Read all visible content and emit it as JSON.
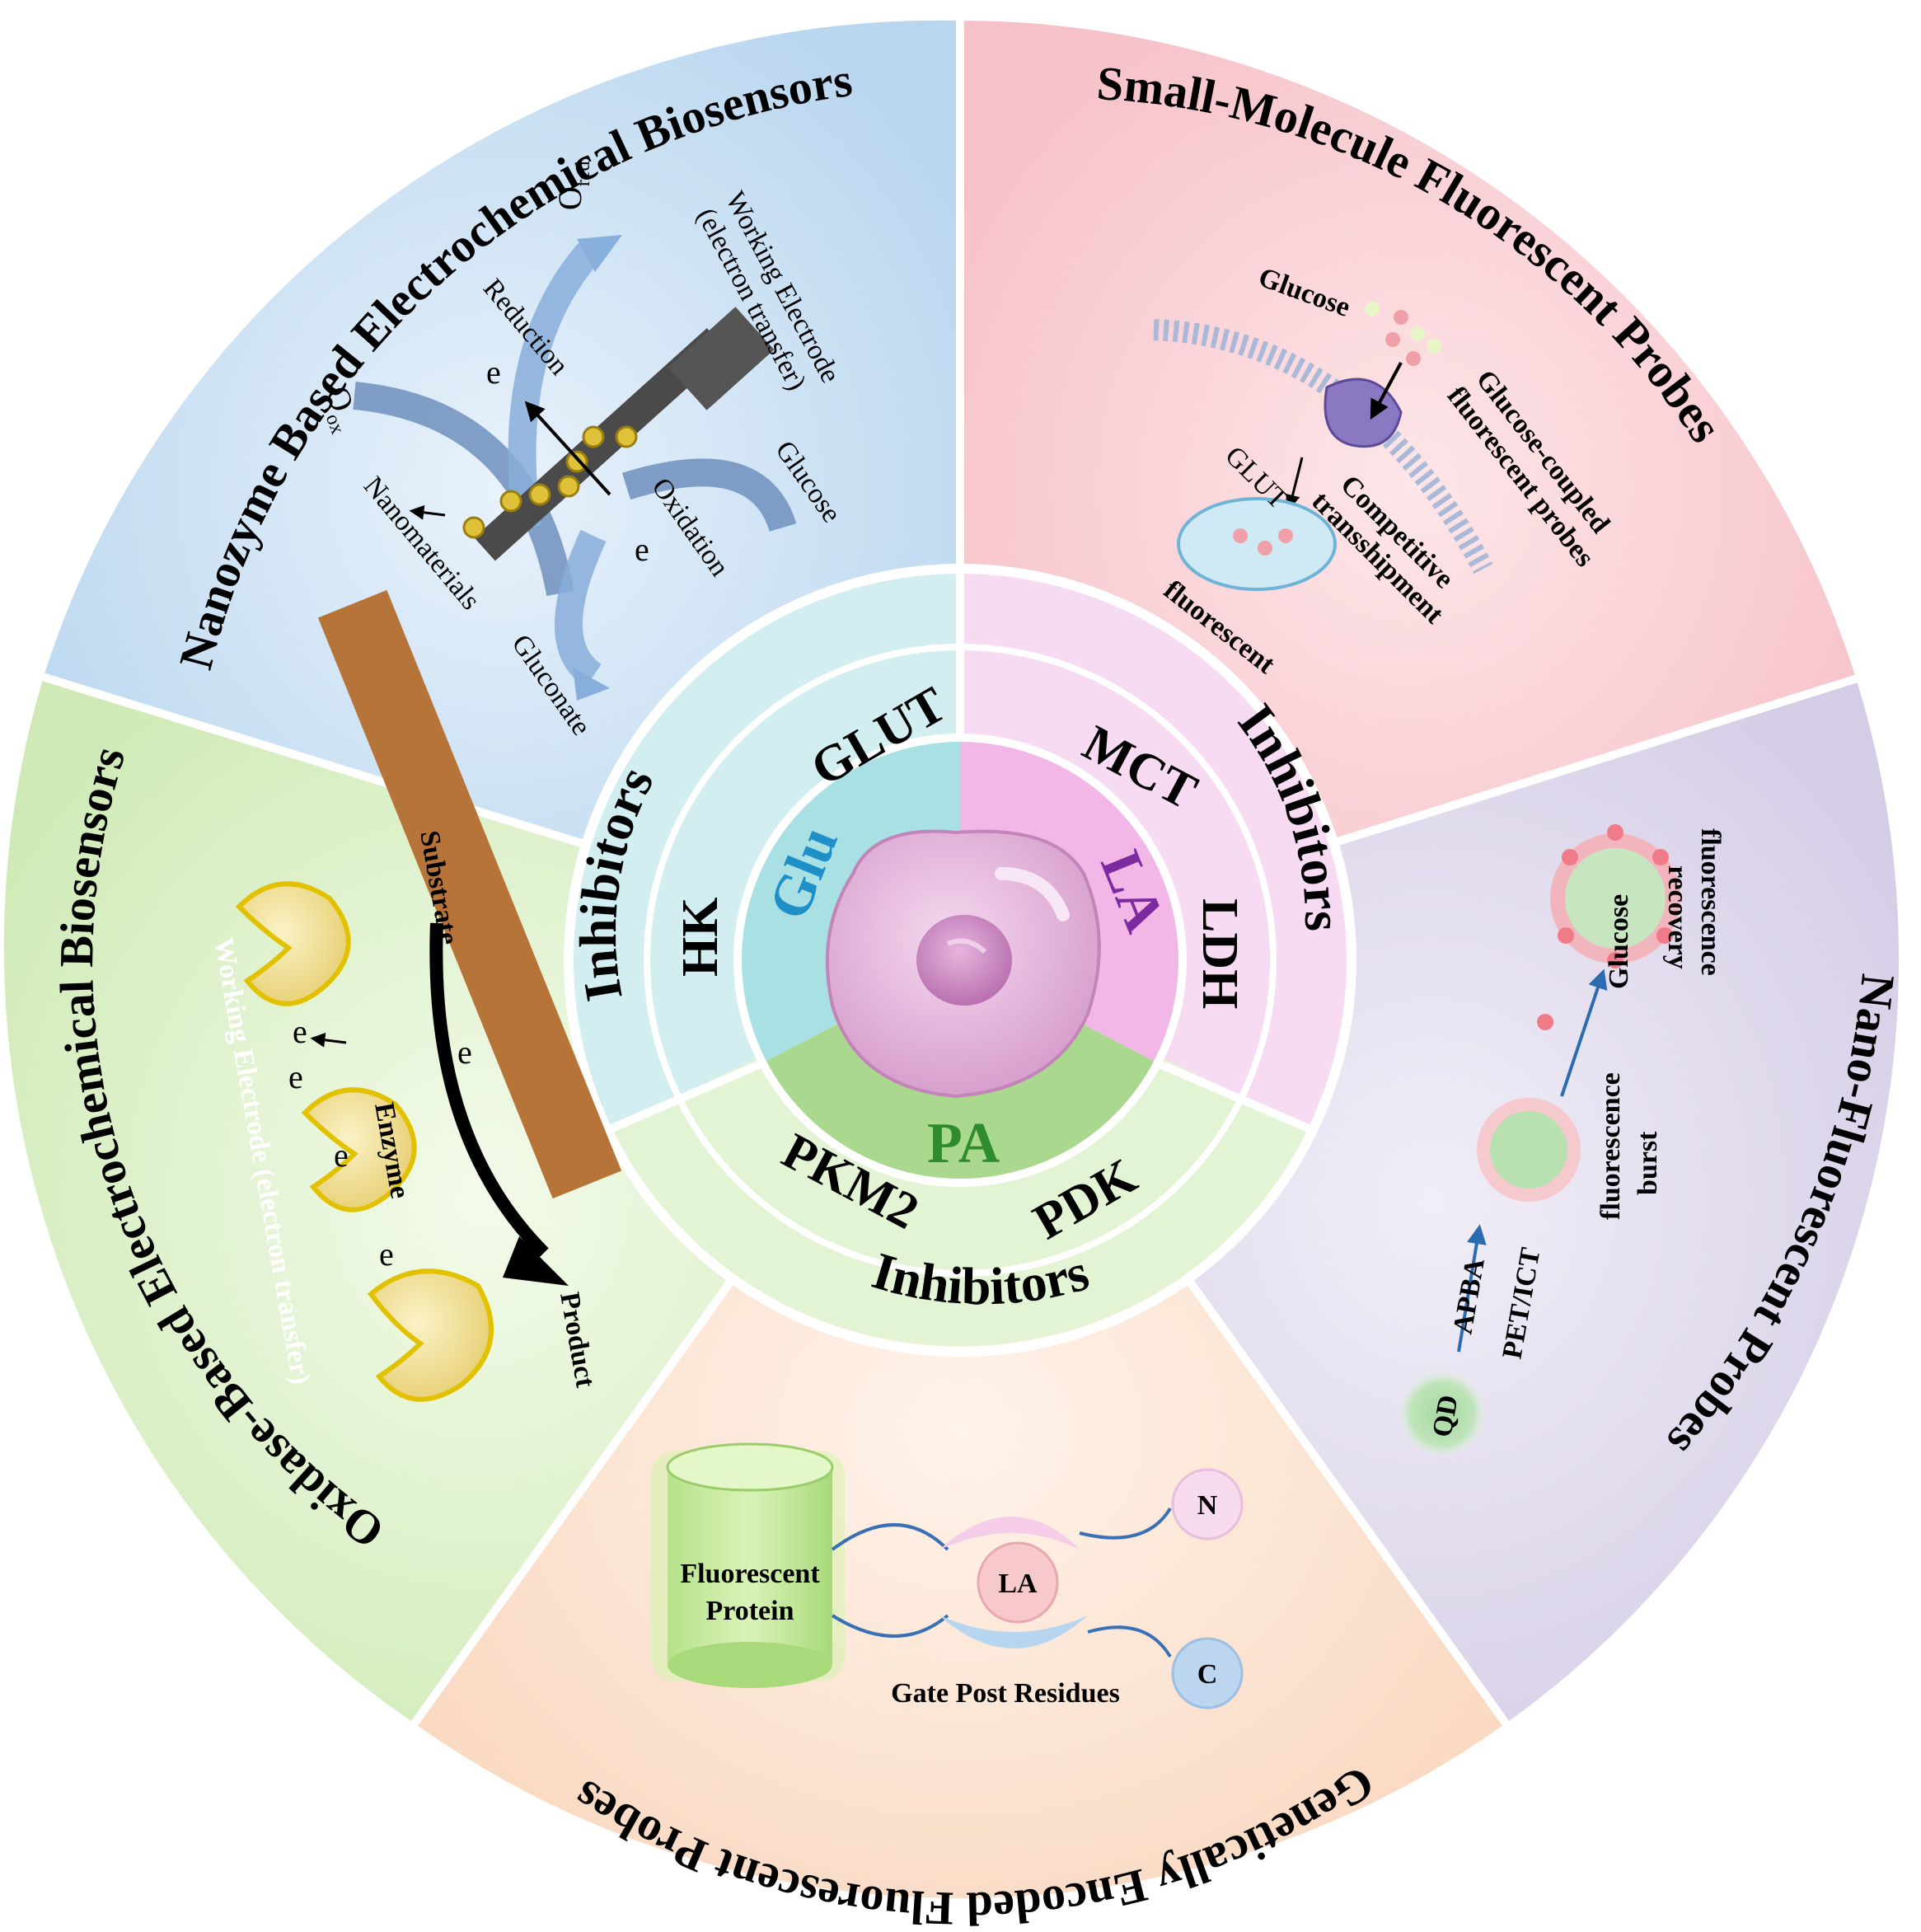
{
  "sectors": {
    "nanozyme_title": "Nanozyme Based Electrochemical Biosensors",
    "small_molecule_title": "Small-Molecule Fluorescent Probes",
    "nano_fluor_title": "Nano-Fluorescent Probes",
    "genetic_title": "Genetically Encoded Fluorescent Probes",
    "oxidase_title": "Oxidase-Based Electrochemical Biosensors"
  },
  "ring": {
    "inhibitors_left": "Inhibitors",
    "inhibitors_right": "Inhibitors",
    "inhibitors_bottom": "Inhibitors",
    "glut": "GLUT",
    "hk": "HK",
    "mct": "MCT",
    "ldh": "LDH",
    "pkm2": "PKM2",
    "pdk": "PDK"
  },
  "core": {
    "glu": "Glu",
    "la": "LA",
    "pa": "PA"
  },
  "nanozyme": {
    "ored": "O",
    "ored_sub": "red",
    "oox": "O",
    "oox_sub": "ox",
    "reduction": "Reduction",
    "electron1": "e",
    "electron2": "e",
    "oxidation": "Oxidation",
    "glucose": "Glucose",
    "gluconate": "Gluconate",
    "nanomaterials": "Nanomaterials",
    "working_electrode_1": "Working Electrode",
    "working_electrode_2": "(electron transfer)"
  },
  "small_molecule": {
    "glucose": "Glucose",
    "glut": "GLUT",
    "probes_1": "Glucose-coupled",
    "probes_2": "fluorescent probes",
    "competitive_1": "Competitive",
    "competitive_2": "transshipment",
    "fluorescent": "fluorescent"
  },
  "nano_fluor": {
    "recovery_1": "fluorescence",
    "recovery_2": "recovery",
    "glucose": "Glucose",
    "burst_1": "fluorescence",
    "burst_2": "burst",
    "apba": "APBA",
    "pet": "PET/ICT",
    "qd": "QD"
  },
  "genetic": {
    "protein_1": "Fluorescent",
    "protein_2": "Protein",
    "la": "LA",
    "n": "N",
    "c": "C",
    "gate": "Gate Post Residues"
  },
  "oxidase": {
    "substrate": "Substrate",
    "product": "Product",
    "enzyme": "Enzyme",
    "electrode": "Working Electrode (electron transfer)",
    "e1": "e",
    "e2": "e",
    "e3": "e",
    "e4": "e",
    "e5": "e"
  },
  "colors": {
    "nanozyme_bg": "#c9e0f3",
    "small_molecule_bg": "#f9cfd4",
    "nano_fluor_bg": "#ddd6ea",
    "genetic_bg": "#fbe0cc",
    "oxidase_bg": "#d8efc4",
    "glu_color": "#1f8fc8",
    "la_color": "#7b2aa0",
    "pa_color": "#2e8b2e"
  }
}
